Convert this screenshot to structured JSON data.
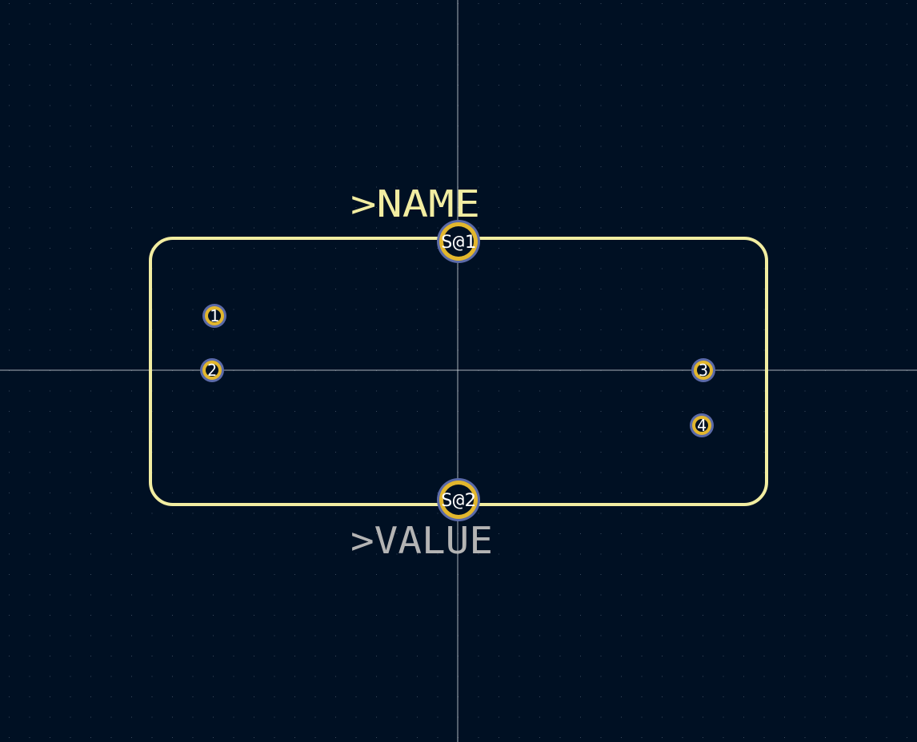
{
  "colors": {
    "background": "#001023",
    "grid_dot": "#3a4a5e",
    "crosshair": "#c8ccd4",
    "silkscreen": "#f2eda1",
    "pad_fill": "#e3b72d",
    "pad_ring": "#5b6aa8",
    "pad_text": "#ffffff",
    "value_text": "#b4b4b4"
  },
  "footprint": {
    "name_text": ">NAME",
    "value_text": ">VALUE",
    "pads": [
      {
        "label": "1",
        "kind": "small"
      },
      {
        "label": "2",
        "kind": "small"
      },
      {
        "label": "3",
        "kind": "small"
      },
      {
        "label": "4",
        "kind": "small"
      },
      {
        "label": "S@1",
        "kind": "large"
      },
      {
        "label": "S@2",
        "kind": "large"
      }
    ]
  }
}
